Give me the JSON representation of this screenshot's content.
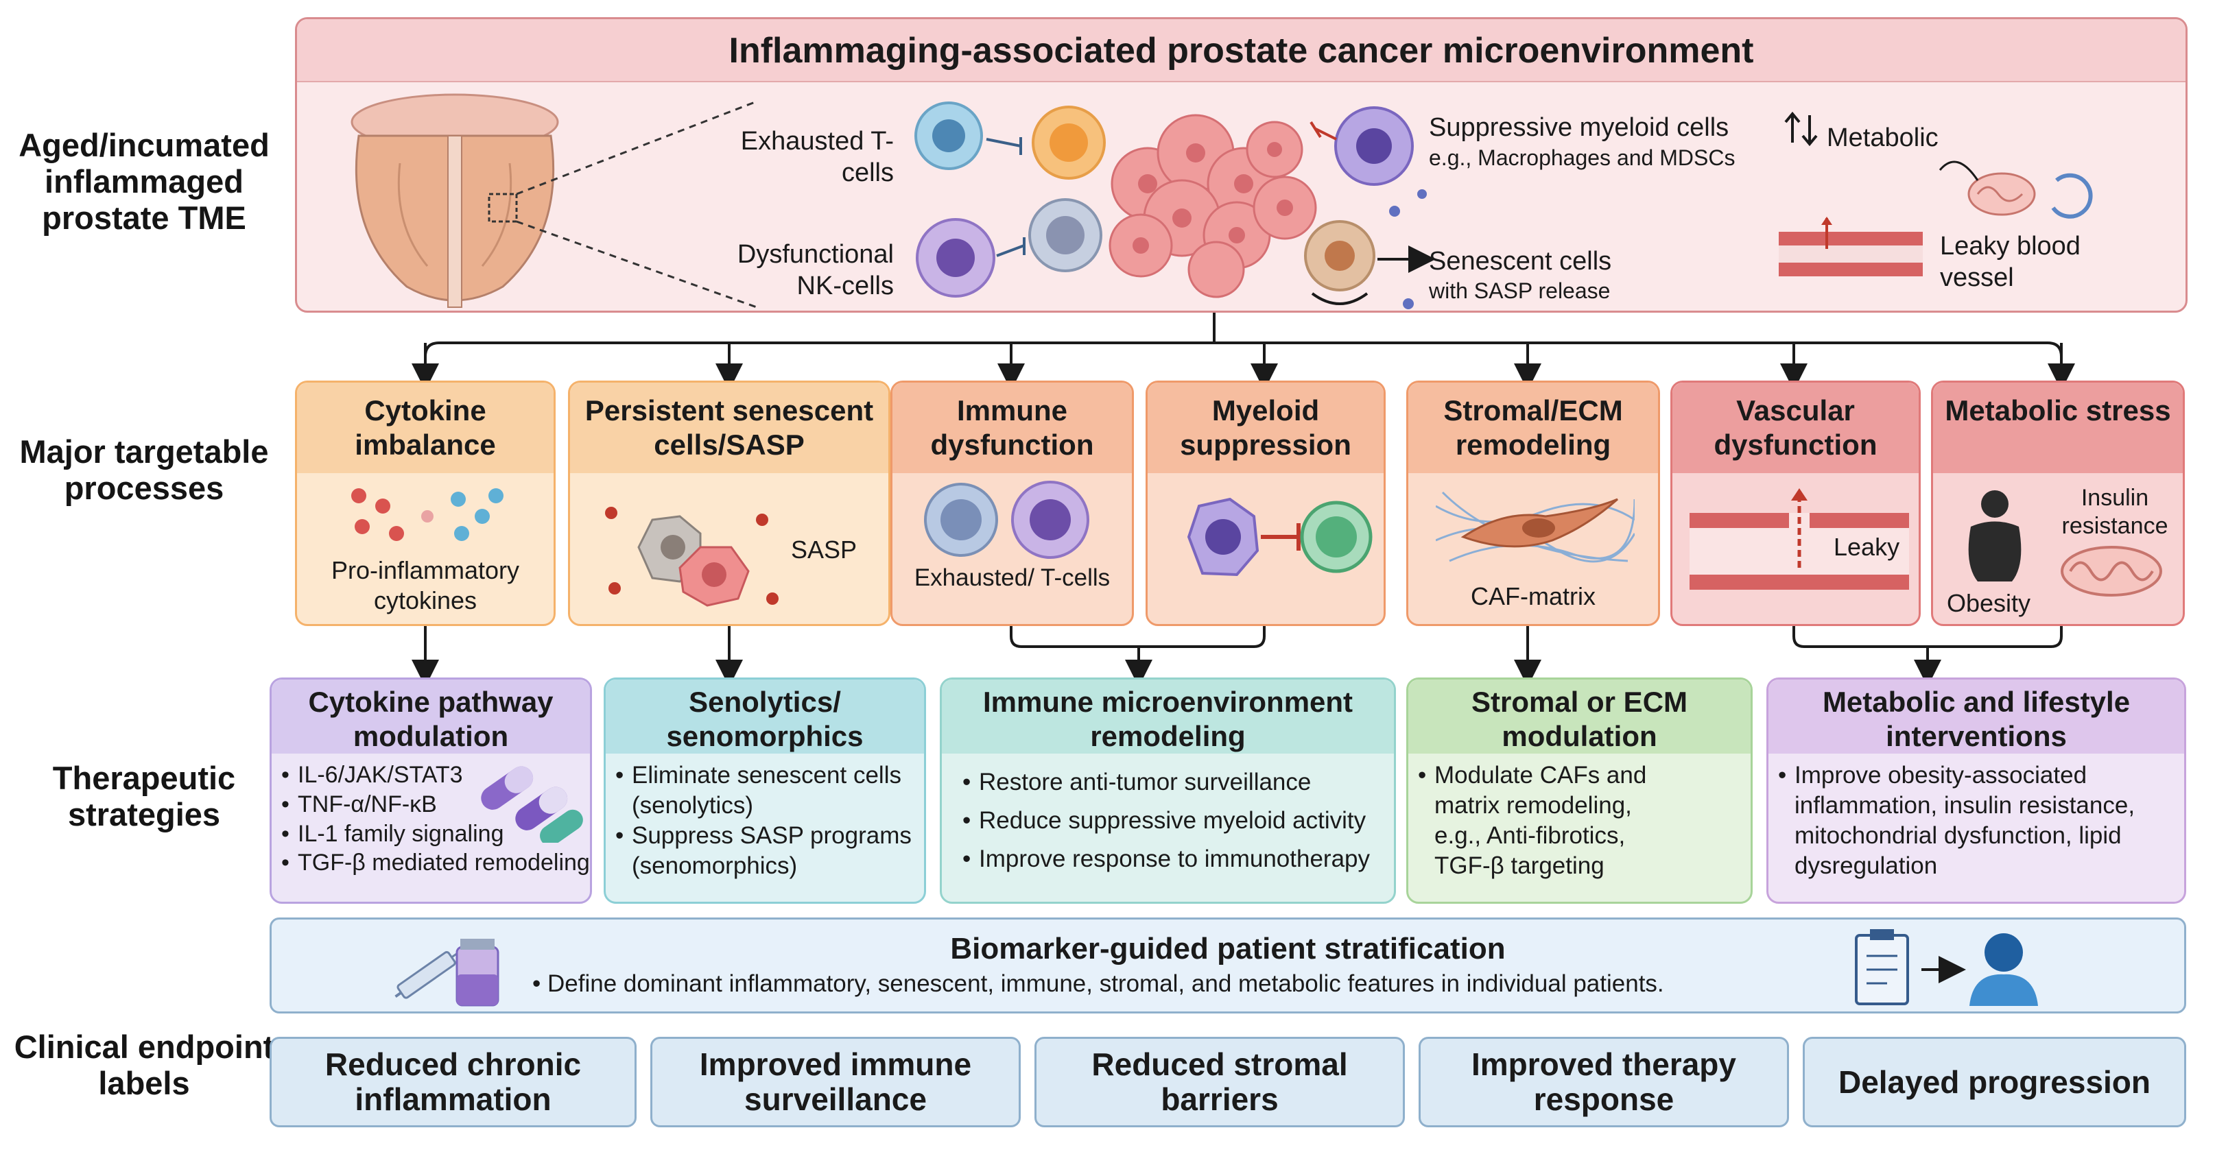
{
  "title": "Inflammaging-associated prostate cancer microenvironment",
  "row_labels": {
    "tme": "Aged/incumated inflammaged prostate TME",
    "processes": "Major targetable processes",
    "strategies": "Therapeutic strategies",
    "endpoints": "Clinical endpoint labels"
  },
  "tme_labels": {
    "exhausted": "Exhausted T-cells",
    "nk": "Dysfunctional NK-cells",
    "myeloid": "Suppressive myeloid cells",
    "myeloid_sub": "e.g., Macrophages and MDSCs",
    "metabolic": "Metabolic",
    "senescent": "Senescent cells",
    "senescent_sub": "with SASP release",
    "leaky": "Leaky blood vessel"
  },
  "processes": [
    {
      "title": "Cytokine imbalance",
      "caption": "Pro-inflammatory cytokines",
      "color": "#f5b26b",
      "bg": "#fde8cf"
    },
    {
      "title": "Persistent senescent cells/SASP",
      "caption": "SASP",
      "color": "#f5b26b",
      "bg": "#fde8cf"
    },
    {
      "title": "Immune dysfunction",
      "caption": "Exhausted/ T-cells",
      "color": "#ef9a6a",
      "bg": "#fbdccb"
    },
    {
      "title": "Myeloid suppression",
      "caption": "",
      "color": "#ef9a6a",
      "bg": "#fbdccb"
    },
    {
      "title": "Stromal/ECM remodeling",
      "caption": "CAF-matrix",
      "color": "#ef9a6a",
      "bg": "#fbdccb"
    },
    {
      "title": "Vascular dysfunction",
      "caption": "Leaky",
      "color": "#e07a7a",
      "bg": "#f8d4d4"
    },
    {
      "title": "Metabolic stress",
      "caption": "Obesity",
      "caption2": "Insulin resistance",
      "color": "#e07a7a",
      "bg": "#f8d4d4"
    }
  ],
  "strategies": [
    {
      "title": "Cytokine pathway modulation",
      "color": "#b9a3e0",
      "bg": "#ede6f7",
      "bullets": [
        "IL-6/JAK/STAT3",
        "TNF-α/NF-κB",
        "IL-1 family signaling",
        "TGF-β mediated remodeling"
      ]
    },
    {
      "title": "Senolytics/ senomorphics",
      "color": "#8ccfd6",
      "bg": "#e0f2f4",
      "bullets": [
        "Eliminate senescent cells (senolytics)",
        "Suppress SASP programs (senomorphics)"
      ]
    },
    {
      "title": "Immune microenvironment remodeling",
      "color": "#94d3cc",
      "bg": "#dff2ef",
      "bullets": [
        "Restore anti-tumor surveillance",
        "Reduce suppressive myeloid activity",
        "Improve response to immunotherapy"
      ]
    },
    {
      "title": "Stromal or ECM modulation",
      "color": "#a8d49a",
      "bg": "#e6f3e0",
      "bullets": [
        "Modulate CAFs and matrix remodeling, e.g., Anti-fibrotics, TGF-β targeting"
      ]
    },
    {
      "title": "Metabolic and lifestyle interventions",
      "color": "#c7a3dc",
      "bg": "#f0e5f6",
      "bullets": [
        "Improve obesity-associated inflammation, insulin resistance, mitochondrial dysfunction, lipid dysregulation"
      ]
    }
  ],
  "biomarker": {
    "title": "Biomarker-guided patient stratification",
    "text": "Define dominant inflammatory, senescent, immune, stromal, and metabolic features in individual patients."
  },
  "endpoints": [
    "Reduced chronic inflammation",
    "Improved immune surveillance",
    "Reduced stromal barriers",
    "Improved therapy response",
    "Delayed progression"
  ],
  "colors": {
    "top_panel_bg": "#fbe9ea",
    "top_panel_border": "#d98c8f",
    "top_header_bg": "#f6cfd1",
    "endpoint_bg": "#dceaf5",
    "biomarker_bg": "#e7f1fa"
  }
}
